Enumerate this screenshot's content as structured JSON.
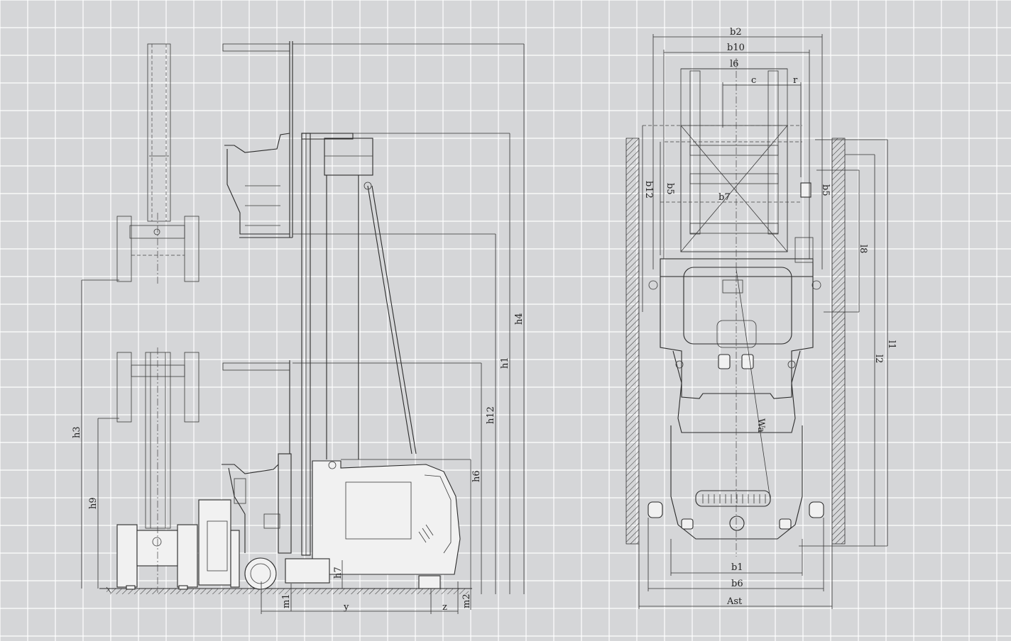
{
  "colors": {
    "background": "#d5d6d8",
    "grid": "#ffffff",
    "line": "#2b2b2b"
  },
  "side_view_labels": {
    "h3": "h3",
    "h9": "h9",
    "h4": "h4",
    "h1": "h1",
    "h12": "h12",
    "h6": "h6",
    "h7": "h7",
    "m1": "m1",
    "m2": "m2",
    "y": "y",
    "z": "z"
  },
  "top_view_labels": {
    "b2": "b2",
    "b10": "b10",
    "l6": "l6",
    "c": "c",
    "r": "r",
    "b12": "b12",
    "b5_left": "b5",
    "b7": "b7",
    "b5_right": "b5",
    "l8": "l8",
    "l1": "l1",
    "l2": "l2",
    "wa": "Wa",
    "b1": "b1",
    "b6": "b6",
    "ast": "Ast"
  }
}
